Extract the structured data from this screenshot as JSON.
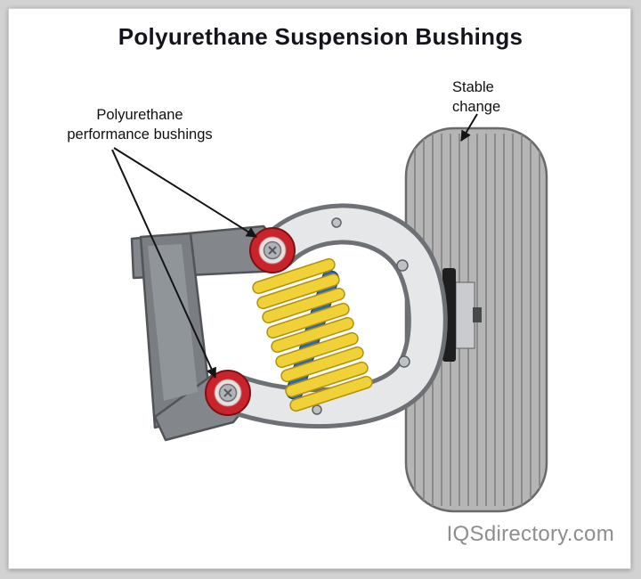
{
  "title": "Polyurethane Suspension Bushings",
  "labels": {
    "bushings_line1": "Polyurethane",
    "bushings_line2": "performance bushings",
    "stable_line1": "Stable",
    "stable_line2": "change"
  },
  "watermark": "IQSdirectory.com",
  "colors": {
    "frame_background": "#d2d2d2",
    "card_background": "#ffffff",
    "title_text": "#14141c",
    "tire": "#b5b5b5",
    "tread_line": "#8b8b8b",
    "arm_gray": "#83878c",
    "knuckle_light": "#e5e7e9",
    "spring_coil": "#f1d138",
    "spring_core": "#2e67ad",
    "bushing_red": "#c9242b",
    "arrow": "#141414",
    "watermark_text": "#8e8e8e"
  }
}
